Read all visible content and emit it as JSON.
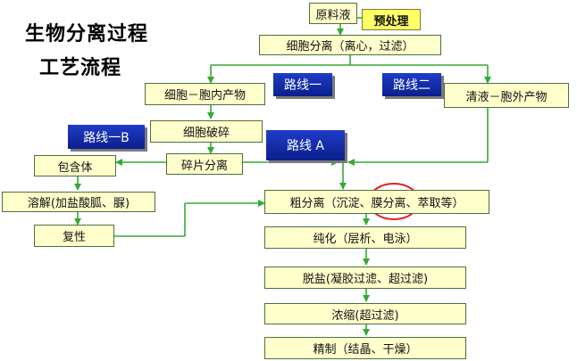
{
  "title": {
    "line1": "生物分离过程",
    "line2": "工艺流程"
  },
  "boxes": {
    "raw": "原料液",
    "pretreat": "预处理",
    "cell_sep": "细胞分离（离心，过滤）",
    "intracellular": "细胞－胞内产物",
    "extracellular": "清液－胞外产物",
    "disrupt": "细胞破碎",
    "debris_sep": "碎片分离",
    "inclusion": "包含体",
    "dissolve": "溶解(加盐酸胍、脲)",
    "renature": "复性",
    "crude": "粗分离（沉淀、膜分离、萃取等）",
    "purify": "纯化（层析、电泳）",
    "desalt": "脱盐(凝胶过滤、超过滤)",
    "concentrate": "浓缩(超过滤)",
    "refine": "精制（结晶、干燥）"
  },
  "routes": {
    "one": "路线一",
    "two": "路线二",
    "b": "路线一B",
    "a": "路线 A"
  },
  "colors": {
    "arrow": "#33aa33",
    "highlight_circle": "#e02020",
    "box_fill": "#ffffcc",
    "route_fill": "#0b1f8c"
  }
}
